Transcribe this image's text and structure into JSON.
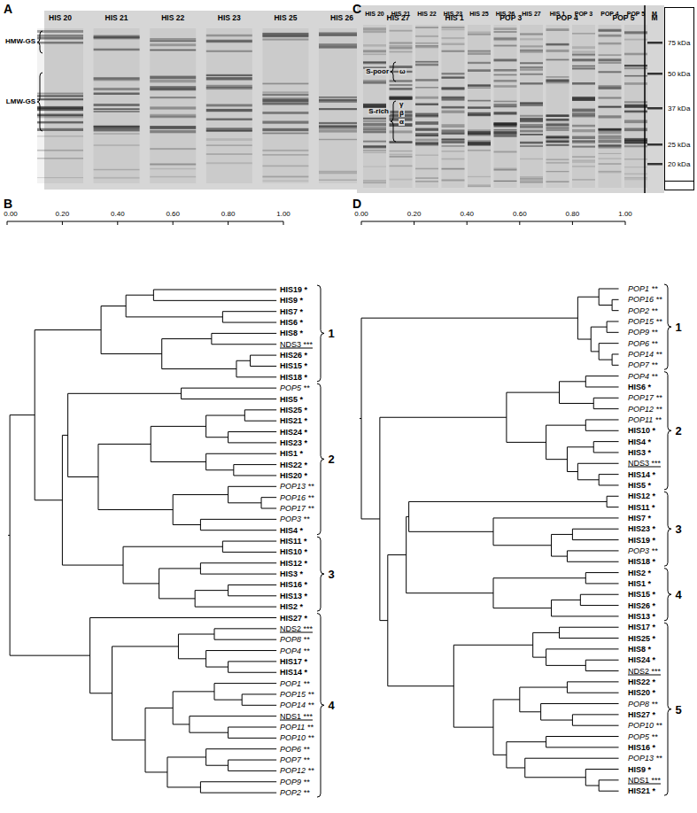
{
  "diagram": {
    "nodes": [
      {
        "text": [
          "75 kDa",
          "50 kDa",
          "37 kDa",
          "25 kDa",
          "20 kDa"
        ]
      },
      {
        "text": [
          "75 kDa",
          "50 kDa",
          "37 kDa",
          "25 kDa",
          "20 kDa"
        ]
      }
    ],
    "labels": [
      "A",
      "HIS 20",
      "HIS 21",
      "HIS 22",
      "HIS 23",
      "HIS 25",
      "HIS 26",
      "HIS 27",
      "HIS 1",
      "POP 3",
      "POP 4",
      "POP 5",
      "M",
      "HMW-GS",
      "LMW-GS",
      "C",
      "HIS 20",
      "HIS 21",
      "HIS 22",
      "HIS 23",
      "HIS 25",
      "HIS 26",
      "HIS 27",
      "HIS 1",
      "POP 3",
      "POP 4",
      "POP 5",
      "M",
      "S-poor",
      "ω",
      "S-rich",
      "γ",
      "β",
      "α",
      "B",
      "0.00",
      "0.20",
      "0.40",
      "0.60",
      "0.80",
      "1.00",
      "HIS19 *",
      "HIS9 *",
      "HIS7 *",
      "HIS6 *",
      "HIS8 *",
      "NDS3 ***",
      "HIS26 *",
      "HIS15 *",
      "HIS18 *",
      "POP5 **",
      "HIS5 *",
      "HIS25 *",
      "HIS21 *",
      "HIS24 *",
      "HIS23 *",
      "HIS1 *",
      "HIS22 *",
      "HIS20 *",
      "POP13 **",
      "POP16 **",
      "POP17 **",
      "POP3 **",
      "HIS4 *",
      "HIS11 *",
      "HIS10 *",
      "HIS12 *",
      "HIS3 *",
      "HIS16 *",
      "HIS13 *",
      "HIS2 *",
      "HIS27 *",
      "NDS2 ***",
      "POP8 **",
      "POP4 **",
      "HIS17 *",
      "HIS14 *",
      "POP1 **",
      "POP15 **",
      "POP14 **",
      "NDS1 ***",
      "POP11 **",
      "POP10 **",
      "POP6 **",
      "POP7 **",
      "POP12 **",
      "POP9 **",
      "POP2 **",
      "1",
      "2",
      "3",
      "4",
      "D",
      "0.00",
      "0.20",
      "0.40",
      "0.60",
      "0.80",
      "1.00",
      "POP1 **",
      "POP16 **",
      "POP2 **",
      "POP15 **",
      "POP9 **",
      "POP6 **",
      "POP14 **",
      "POP7 **",
      "POP4 **",
      "HIS6 *",
      "POP17 **",
      "POP12 **",
      "POP11 **",
      "HIS10 *",
      "HIS4 *",
      "HIS3 *",
      "NDS3 ***",
      "HIS14 *",
      "HIS5 *",
      "HIS12 *",
      "HIS11 *",
      "HIS7 *",
      "HIS23 *",
      "HIS19 *",
      "POP3 **",
      "HIS18 *",
      "HIS2 *",
      "HIS1 *",
      "HIS15 *",
      "HIS26 *",
      "HIS13 *",
      "HIS17 *",
      "HIS25 *",
      "HIS8 *",
      "HIS24 *",
      "NDS2 ***",
      "HIS22 *",
      "HIS20 *",
      "POP8 **",
      "HIS27 *",
      "POP10 **",
      "POP5 **",
      "HIS16 *",
      "POP13 **",
      "HIS9 *",
      "NDS1 ***",
      "HIS21 *",
      "1",
      "2",
      "3",
      "4",
      "5"
    ]
  }
}
